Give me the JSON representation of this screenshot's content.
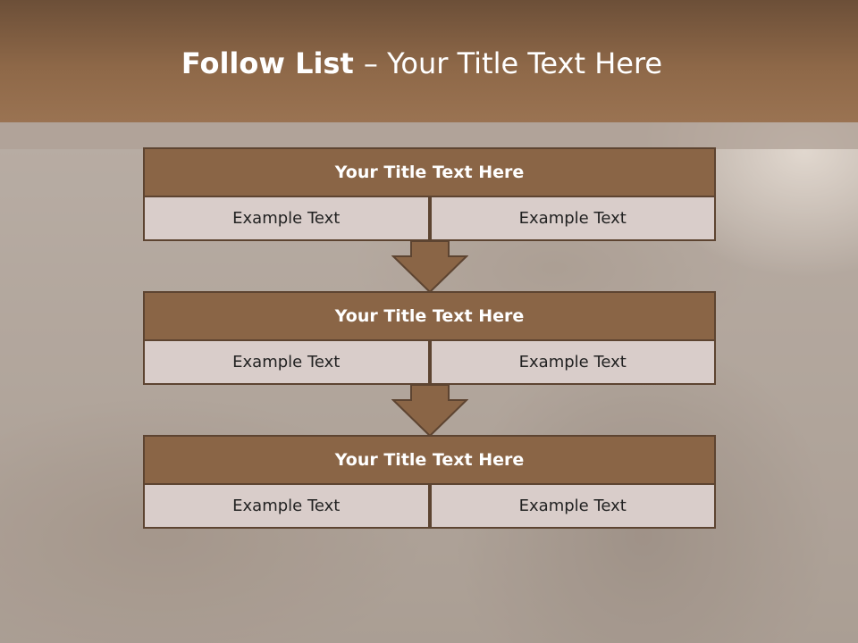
{
  "header": {
    "title_bold": "Follow List ",
    "title_rest": " – Your Title Text Here"
  },
  "steps": [
    {
      "title": "Your Title Text Here",
      "left": "Example Text",
      "right": "Example Text"
    },
    {
      "title": "Your Title Text Here",
      "left": "Example Text",
      "right": "Example Text"
    },
    {
      "title": "Your Title Text Here",
      "left": "Example Text",
      "right": "Example Text"
    }
  ],
  "colors": {
    "header": "#8e6848",
    "block_title": "#8a6546",
    "cell": "#d9cdca",
    "border": "#5d4431"
  }
}
